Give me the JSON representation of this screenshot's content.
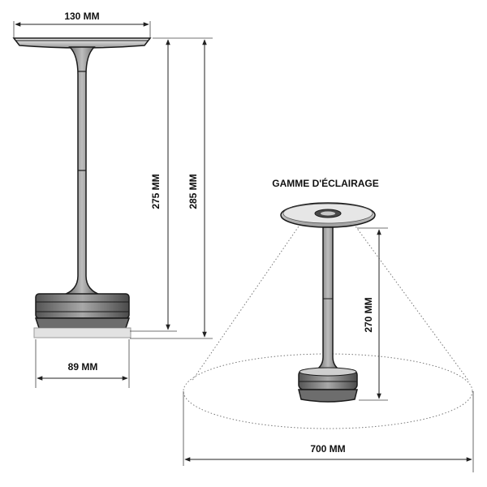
{
  "colors": {
    "outline": "#1a1a1a",
    "lamp_fill_dark": "#3a3a3a",
    "lamp_fill_mid": "#8c8c8c",
    "lamp_fill_light": "#d9d9d9",
    "cone_dots": "#777777"
  },
  "left_view": {
    "width_top": "130 MM",
    "width_base": "89 MM",
    "height_inner": "275 MM",
    "height_outer": "285 MM"
  },
  "right_view": {
    "title": "GAMME D'ÉCLAIRAGE",
    "height": "270 MM",
    "spread": "700 MM"
  }
}
